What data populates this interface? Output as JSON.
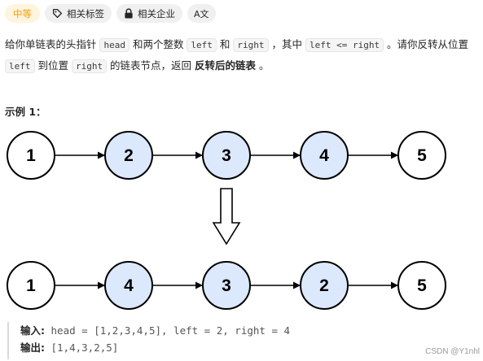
{
  "tags": {
    "difficulty": "中等",
    "related_tags": "相关标签",
    "related_companies": "相关企业",
    "translate": "A文"
  },
  "description": {
    "p1": "给你单链表的头指针 ",
    "code_head": "head",
    "p2": " 和两个整数 ",
    "code_left": "left",
    "p3": " 和 ",
    "code_right": "right",
    "p4": " ，其中 ",
    "code_cond": "left <= right",
    "p5": " 。请你反转从位置 ",
    "code_left2": "left",
    "p6": " 到位置 ",
    "code_right2": "right",
    "p7": " 的链表节点，返回 ",
    "bold": "反转后的链表",
    "p8": " 。"
  },
  "example": {
    "title": "示例 1：",
    "before": [
      "1",
      "2",
      "3",
      "4",
      "5"
    ],
    "after": [
      "1",
      "4",
      "3",
      "2",
      "5"
    ],
    "highlight_indices": [
      1,
      2,
      3
    ],
    "colors": {
      "highlight_fill": "#dce8fb",
      "node_fill": "#ffffff",
      "stroke": "#000000"
    },
    "input_label": "输入:",
    "input_value": "head = [1,2,3,4,5], left = 2, right = 4",
    "output_label": "输出:",
    "output_value": "[1,4,3,2,5]"
  },
  "watermark": "CSDN @Y1nhl"
}
